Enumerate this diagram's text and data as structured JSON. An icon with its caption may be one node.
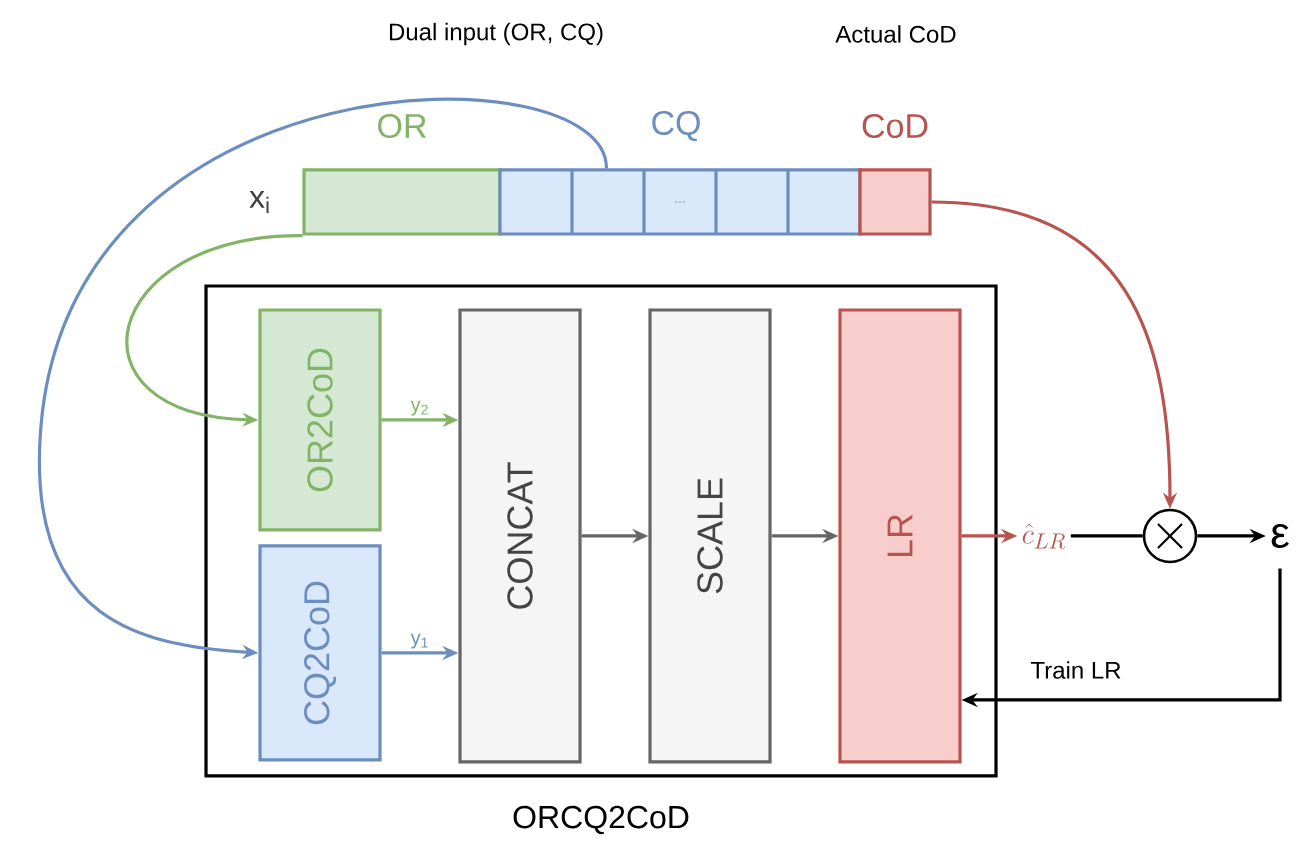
{
  "diagram": {
    "nodes": [
      {
        "text": [
          "ORCQ2CoD"
        ]
      },
      {
        "text": [
          "OR2CoD"
        ],
        "in": 0
      },
      {
        "text": [
          "CQ2CoD"
        ],
        "in": 0
      },
      {
        "text": [
          "CONCAT"
        ],
        "in": 0
      },
      {
        "text": [
          "SCALE"
        ],
        "in": 0
      },
      {
        "text": [
          "LR"
        ],
        "in": 0
      },
      {
        "text": [
          "OR"
        ]
      },
      {
        "text": [
          "CQ",
          "..."
        ]
      },
      {
        "text": [
          "CoD"
        ]
      },
      {
        "text": [
          "\\hat{c}_{LR}"
        ]
      },
      {
        "text": [],
        "shape": "circle"
      },
      {
        "text": [
          "ε"
        ]
      }
    ],
    "edges": [
      {
        "from": 6,
        "to": 1,
        "arrow": "to",
        "color": "#82b366"
      },
      {
        "from": 7,
        "to": 2,
        "arrow": "to",
        "color": "#6c8ebf"
      },
      {
        "from": 1,
        "to": 3,
        "arrow": "to",
        "label": "y$_{2}$",
        "color": "#82b366"
      },
      {
        "from": 2,
        "to": 3,
        "arrow": "to",
        "label": "y$_{1}$",
        "color": "#6c8ebf"
      },
      {
        "from": 3,
        "to": 4,
        "arrow": "to",
        "color": "#666666"
      },
      {
        "from": 4,
        "to": 5,
        "arrow": "to",
        "color": "#666666"
      },
      {
        "from": 5,
        "to": 9,
        "arrow": "to",
        "color": "#b85450"
      },
      {
        "from": 9,
        "to": 10,
        "arrow": "none"
      },
      {
        "from": 8,
        "to": 10,
        "arrow": "to",
        "color": "#b85450"
      },
      {
        "from": 10,
        "to": 11,
        "arrow": "to"
      },
      {
        "from": 11,
        "to": 5,
        "arrow": "to",
        "label": "Train LR"
      }
    ],
    "labels": [
      "Dual input (OR, CQ)",
      "Actual CoD",
      "x$_{i}$"
    ]
  }
}
